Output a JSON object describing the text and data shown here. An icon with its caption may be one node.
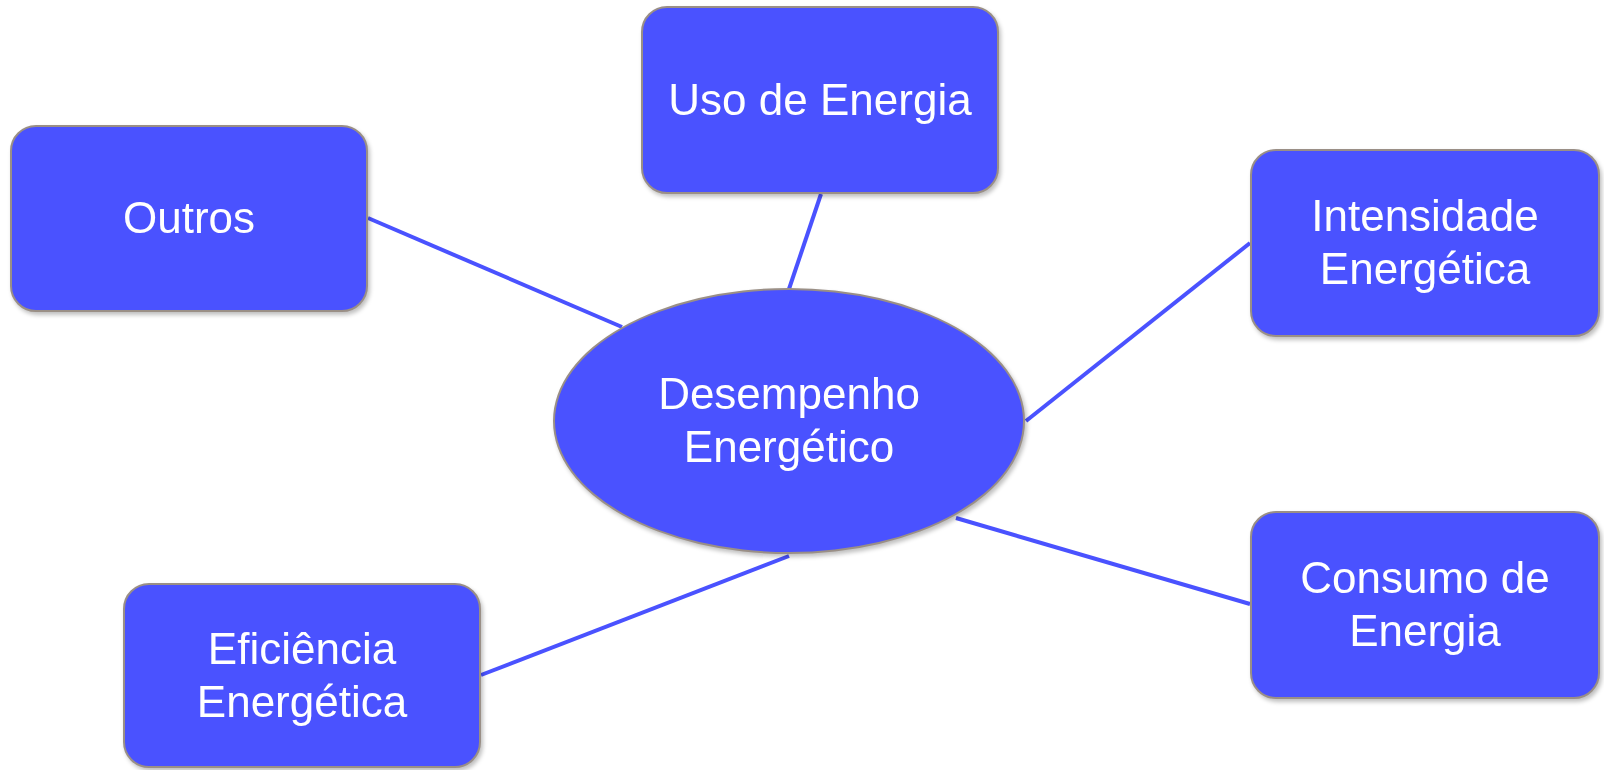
{
  "diagram": {
    "nodes": [
      {
        "text": [
          "Uso de Energia"
        ]
      },
      {
        "text": [
          "Outros"
        ]
      },
      {
        "text": [
          "Intensidade Energética"
        ]
      },
      {
        "text": [
          "Desempenho Energético"
        ]
      },
      {
        "text": [
          "Consumo de Energia"
        ]
      },
      {
        "text": [
          "Eficiência Energética"
        ]
      }
    ],
    "edges": [
      {
        "from": 3,
        "to": 0,
        "arrow": "none"
      },
      {
        "from": 3,
        "to": 1,
        "arrow": "none"
      },
      {
        "from": 3,
        "to": 2,
        "arrow": "none"
      },
      {
        "from": 3,
        "to": 4,
        "arrow": "none"
      },
      {
        "from": 3,
        "to": 5,
        "arrow": "none"
      }
    ]
  }
}
